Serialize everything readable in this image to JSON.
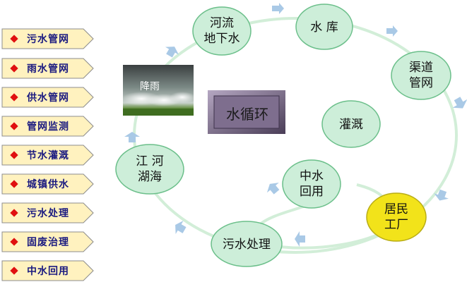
{
  "menu": {
    "items": [
      {
        "label": "污水管网"
      },
      {
        "label": "雨水管网"
      },
      {
        "label": "供水管网"
      },
      {
        "label": "管网监测"
      },
      {
        "label": "节水灌溉"
      },
      {
        "label": "城镇供水"
      },
      {
        "label": "污水处理"
      },
      {
        "label": "固废治理"
      },
      {
        "label": "中水回用"
      }
    ]
  },
  "diagram": {
    "center_title": "水循环",
    "rain_label": "降雨",
    "nodes": {
      "hedi": "河流\n地下水",
      "shuiku": "水 库",
      "qudao": "渠道\n管网",
      "guangai": "灌溉",
      "zhongshui": "中水\n回用",
      "jumin": "居民\n工厂",
      "wushui": "污水处理",
      "jianghe": "江 河\n湖海"
    }
  },
  "colors": {
    "node_fill": "#cdeed9",
    "node_stroke": "#6bbf8a",
    "highlight_fill": "#f2e31a",
    "ring": "#d2eed8",
    "arrow": "#a9c9e6",
    "menu_tab": "#fff2bf",
    "menu_diamond": "#e01010",
    "center_box": "#7e6e8e"
  }
}
